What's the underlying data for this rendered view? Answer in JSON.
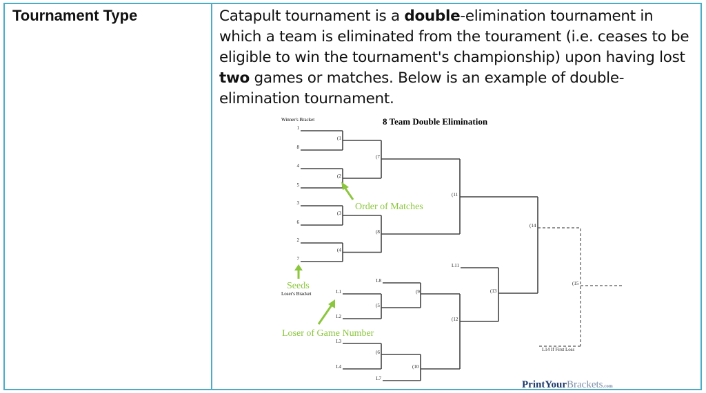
{
  "row": {
    "label": "Tournament Type",
    "description": {
      "p1": "Catapult tournament is a ",
      "b1": "double",
      "p2": "-elimination tournament in which a team is eliminated from the tourament (i.e. ceases to be eligible to win the tournament's championship) upon having lost ",
      "b2": "two",
      "p3": " games or matches. Below is an example of double-elimination tournament."
    }
  },
  "bracket": {
    "title": "8 Team Double Elimination",
    "winners_label": "Winner's Bracket",
    "losers_label": "Loser's Bracket",
    "seeds": [
      "1",
      "8",
      "4",
      "5",
      "3",
      "6",
      "2",
      "7"
    ],
    "matches": [
      "(1",
      "(2",
      "(3",
      "(4",
      "(5",
      "(6",
      "(7",
      "(8",
      "(9",
      "(10",
      "(11",
      "(12",
      "(13",
      "(14",
      "(15"
    ],
    "loser_slots": [
      "L8",
      "L1",
      "L2",
      "L3",
      "L4",
      "L7",
      "L11"
    ],
    "if_first_loss": "L14 If First Loss",
    "annotations": {
      "order": "Order of Matches",
      "seeds": "Seeds",
      "loser": "Loser of Game Number"
    },
    "brand": {
      "a": "PrintYour",
      "b": "Brackets",
      "c": ".com"
    },
    "colors": {
      "annotation": "#8cc63e",
      "line": "#444444",
      "border": "#4bacc6",
      "brand": "#1f3b6b"
    }
  }
}
